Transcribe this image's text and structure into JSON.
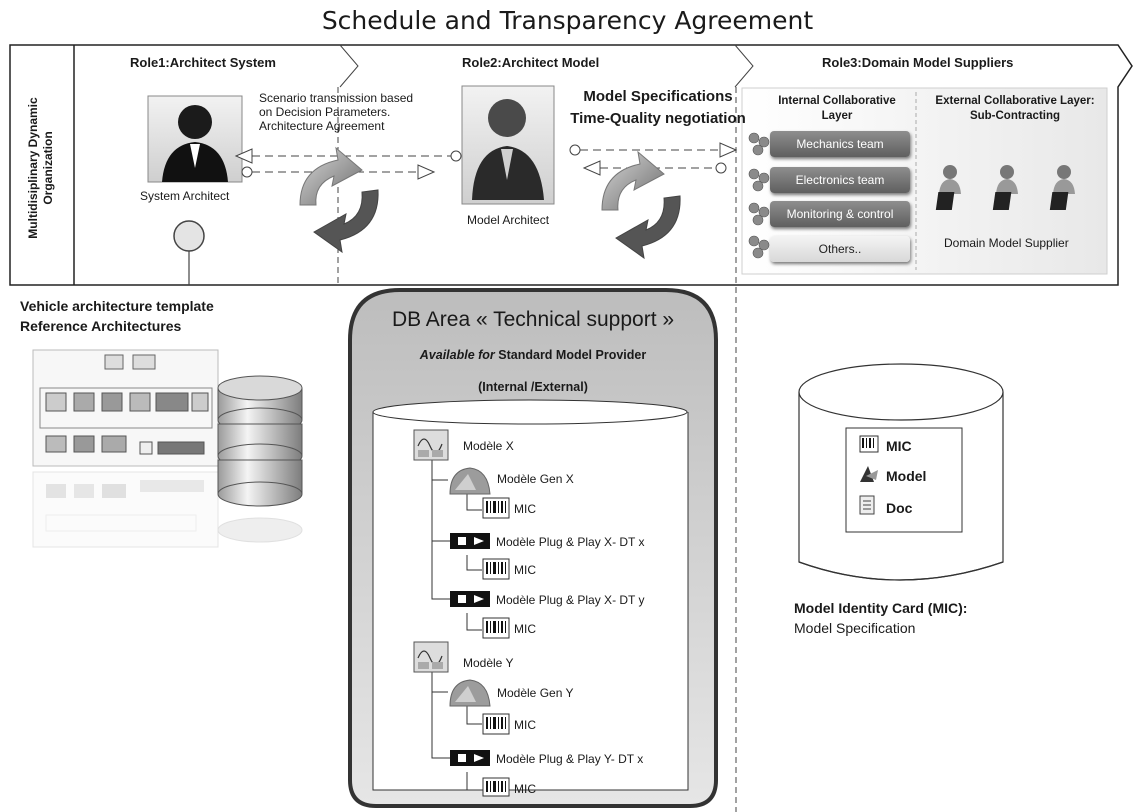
{
  "title": "Schedule and Transparency Agreement",
  "org_label_line1": "Multidisiplinary Dynamic",
  "org_label_line2": "Organization",
  "roles": {
    "role1": "Role1:Architect System",
    "role2": "Role2:Architect Model",
    "role3": "Role3:Domain Model Suppliers"
  },
  "scenario": {
    "line1": "Scenario transmission based",
    "line2": "on Decision Parameters.",
    "line3": "Architecture Agreement"
  },
  "model_spec": {
    "line1": "Model Specifications",
    "line2": "Time-Quality negotiation"
  },
  "system_architect": "System Architect",
  "model_architect": "Model Architect",
  "internal_layer": {
    "line1": "Internal Collaborative",
    "line2": "Layer"
  },
  "external_layer": {
    "line1": "External Collaborative Layer:",
    "line2": "Sub-Contracting"
  },
  "teams": [
    "Mechanics team",
    "Electronics team",
    "Monitoring & control",
    "Others.."
  ],
  "domain_supplier": "Domain Model Supplier",
  "vehicle_template": {
    "line1": "Vehicle architecture template",
    "line2": "Reference Architectures"
  },
  "db_area": {
    "title": "DB Area « Technical support »",
    "available_italic": "Available for",
    "available_rest": " Standard Model Provider",
    "internal_external": "(Internal /External)"
  },
  "db_tree": {
    "model_x": "Modèle  X",
    "gen_x": "Modèle  Gen X",
    "mic": "MIC",
    "plug_x_dtx": "Modèle  Plug & Play X- DT x",
    "plug_x_dty": "Modèle  Plug & Play X- DT y",
    "model_y": "Modèle  Y",
    "gen_y": "Modèle  Gen Y",
    "plug_y_dtx": "Modèle  Plug & Play Y- DT x"
  },
  "mic_card": {
    "row1": "MIC",
    "row2": "Model",
    "row3": "Doc"
  },
  "mic_caption": {
    "line1": "Model Identity Card (MIC):",
    "line2": "Model Specification"
  }
}
